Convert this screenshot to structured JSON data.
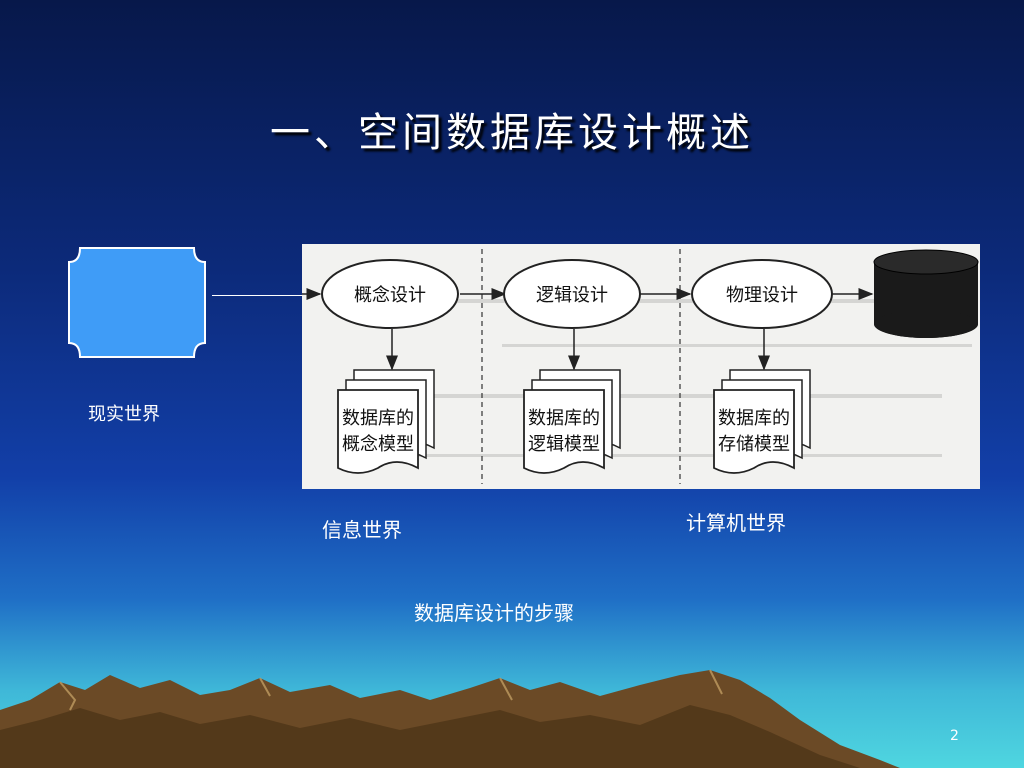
{
  "slide": {
    "title": "一、空间数据库设计概述",
    "page_number": "2",
    "caption": "数据库设计的步骤"
  },
  "labels": {
    "reality_world": "现实世界",
    "info_world": "信息世界",
    "computer_world": "计算机世界"
  },
  "diagram": {
    "stages": [
      {
        "name": "概念设计",
        "model_line1": "数据库的",
        "model_line2": "概念模型"
      },
      {
        "name": "逻辑设计",
        "model_line1": "数据库的",
        "model_line2": "逻辑模型"
      },
      {
        "name": "物理设计",
        "model_line1": "数据库的",
        "model_line2": "存储模型"
      }
    ]
  },
  "colors": {
    "reality_box": "#3f9cf7",
    "cylinder": "#1a1a1a"
  }
}
